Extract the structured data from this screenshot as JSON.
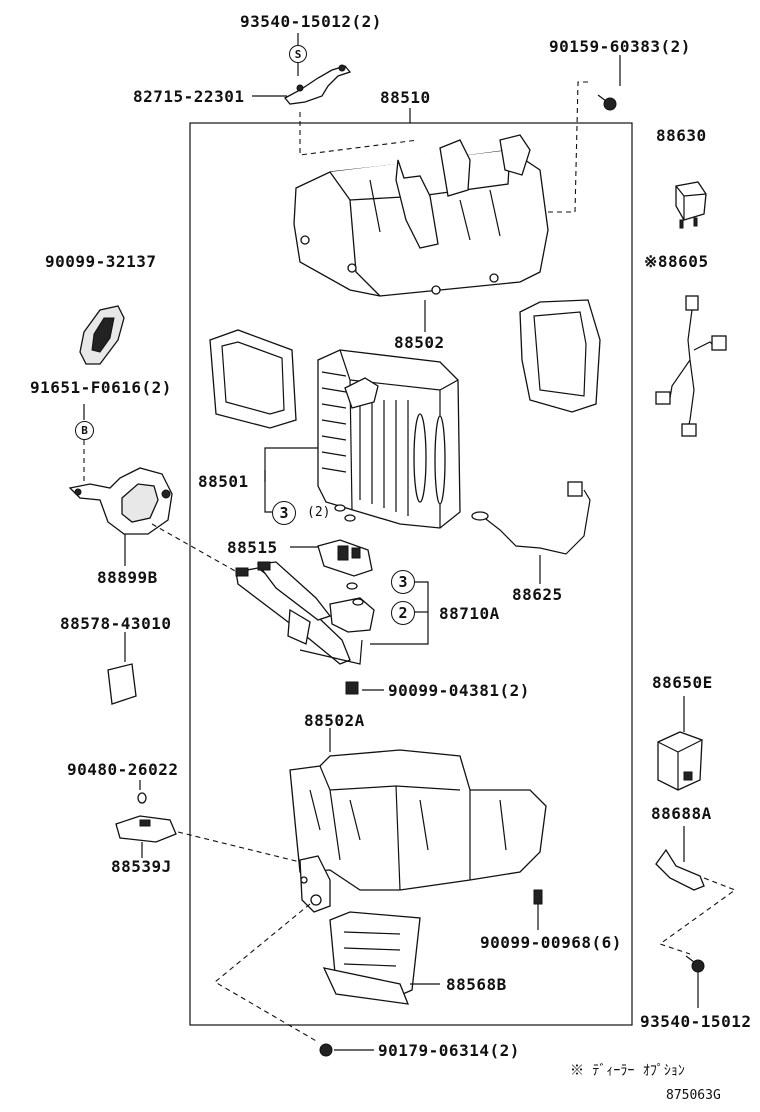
{
  "labels": {
    "p93540_15012_2": "93540-15012(2)",
    "p82715_22301": "82715-22301",
    "p90159_60383_2": "90159-60383(2)",
    "p88510": "88510",
    "p88630": "88630",
    "p90099_32137": "90099-32137",
    "p88605": "※88605",
    "p88502": "88502",
    "p91651_F0616_2": "91651-F0616(2)",
    "p88501": "88501",
    "p88899B": "88899B",
    "p88515": "88515",
    "p88625": "88625",
    "p88710A": "88710A",
    "p88578_43010": "88578-43010",
    "p90099_04381_2": "90099-04381(2)",
    "p88502A": "88502A",
    "p88650E": "88650E",
    "p90480_26022": "90480-26022",
    "p88688A": "88688A",
    "p88539J": "88539J",
    "p90099_00968_6": "90099-00968(6)",
    "p88568B": "88568B",
    "p93540_15012": "93540-15012",
    "p90179_06314_2": "90179-06314(2)",
    "qty_2": "(2)"
  },
  "callouts": {
    "s": "S",
    "b": "B",
    "three_a": "3",
    "three_b": "3",
    "two": "2"
  },
  "footer": {
    "note": "※ ﾃﾞｨｰﾗｰ ｵﾌﾟｼｮﾝ",
    "figure_id": "875063G"
  }
}
